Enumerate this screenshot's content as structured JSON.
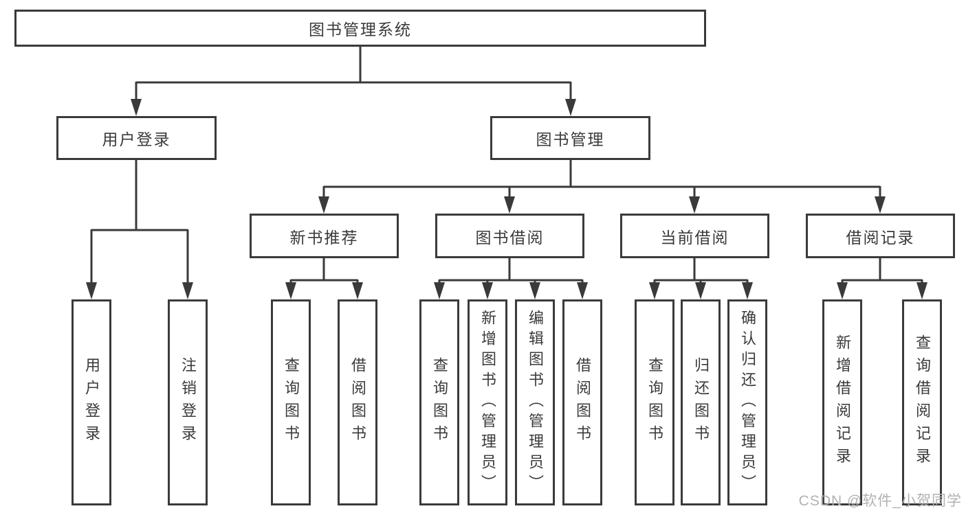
{
  "tree": {
    "label": "图书管理系统",
    "children": [
      {
        "label": "用户登录",
        "children": [
          {
            "label": "用户登录"
          },
          {
            "label": "注销登录"
          }
        ]
      },
      {
        "label": "图书管理",
        "children": [
          {
            "label": "新书推荐",
            "children": [
              {
                "label": "查询图书"
              },
              {
                "label": "借阅图书"
              }
            ]
          },
          {
            "label": "图书借阅",
            "children": [
              {
                "label": "查询图书"
              },
              {
                "label": "新增图书（管理员）"
              },
              {
                "label": "编辑图书（管理员）"
              },
              {
                "label": "借阅图书"
              }
            ]
          },
          {
            "label": "当前借阅",
            "children": [
              {
                "label": "查询图书"
              },
              {
                "label": "归还图书"
              },
              {
                "label": "确认归还（管理员）"
              }
            ]
          },
          {
            "label": "借阅记录",
            "children": [
              {
                "label": "新增借阅记录"
              },
              {
                "label": "查询借阅记录"
              }
            ]
          }
        ]
      }
    ]
  },
  "watermark": {
    "label": "CSDN @软件_小贺同学"
  },
  "colors": {
    "line": "#3a3a3a",
    "text": "#3a3a3a",
    "watermark": "#b2b2b2",
    "background": "#ffffff"
  }
}
